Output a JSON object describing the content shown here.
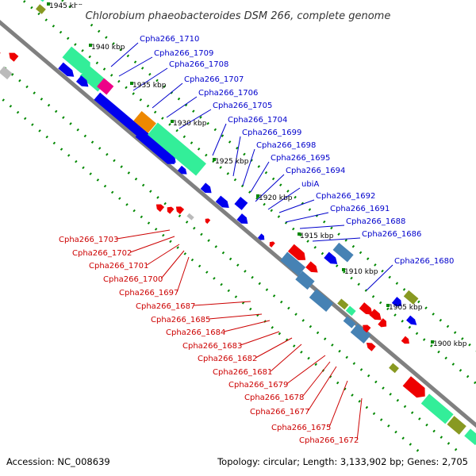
{
  "title": "Chlorobium phaeobacteroides DSM 266, complete genome",
  "footer": {
    "accession": "Accession: NC_008639",
    "topology": "Topology: circular; Length: 3,133,902 bp; Genes: 2,705"
  },
  "colors": {
    "backbone": "#808080",
    "forward_gene": "#0000ee",
    "reverse_gene": "#ee0000",
    "forward_label": "#0000cc",
    "reverse_label": "#cc0000",
    "tick_dots": "#008800",
    "mint": "#33ee99",
    "olive": "#889922",
    "steelblue": "#4682b4",
    "orange": "#ee8800",
    "magenta": "#ee0088",
    "gray": "#bbbbbb"
  },
  "kbp_labels": [
    "1945 kbp",
    "1940 kbp",
    "1935 kbp",
    "1930 kbp",
    "1925 kbp",
    "1920 kbp",
    "1915 kbp",
    "1910 kbp",
    "1905 kbp",
    "1900 kbp"
  ],
  "forward_labels": [
    "Cpha266_1710",
    "Cpha266_1709",
    "Cpha266_1708",
    "Cpha266_1707",
    "Cpha266_1706",
    "Cpha266_1705",
    "Cpha266_1704",
    "Cpha266_1699",
    "Cpha266_1698",
    "Cpha266_1695",
    "Cpha266_1694",
    "ubiA",
    "Cpha266_1692",
    "Cpha266_1691",
    "Cpha266_1688",
    "Cpha266_1686",
    "Cpha266_1680"
  ],
  "reverse_labels": [
    "Cpha266_1703",
    "Cpha266_1702",
    "Cpha266_1701",
    "Cpha266_1700",
    "Cpha266_1697",
    "Cpha266_1687",
    "Cpha266_1685",
    "Cpha266_1684",
    "Cpha266_1683",
    "Cpha266_1682",
    "Cpha266_1681",
    "Cpha266_1679",
    "Cpha266_1678",
    "Cpha266_1677",
    "Cpha266_1675",
    "Cpha266_1672"
  ]
}
